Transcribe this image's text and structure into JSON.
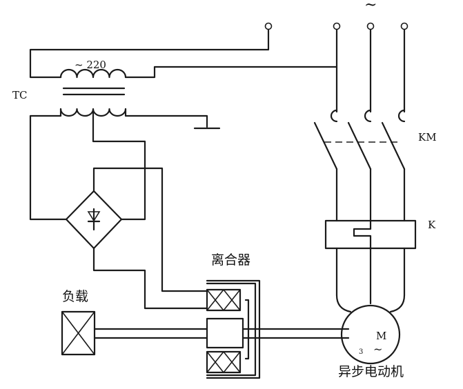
{
  "labels": {
    "supply_symbol": "~",
    "transformer_voltage": "~ 220",
    "transformer_name": "TC",
    "contactor_name": "KM",
    "relay_name": "K",
    "clutch_label": "离合器",
    "load_label": "负载",
    "motor_letter": "M",
    "motor_phase": "3",
    "motor_phase_symbol": "~",
    "motor_label": "异步电动机"
  }
}
